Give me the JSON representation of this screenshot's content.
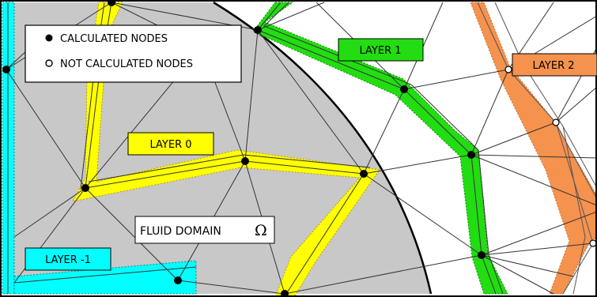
{
  "legend": {
    "calculated": "CALCULATED NODES",
    "not_calculated": "NOT CALCULATED NODES"
  },
  "layers": {
    "layer_0": "LAYER 0",
    "layer_1": "LAYER 1",
    "layer_2": "LAYER 2",
    "layer_minus_1": "LAYER -1"
  },
  "domain_label": {
    "text": "FLUID DOMAIN",
    "symbol": "Ω"
  },
  "colors": {
    "domain_fill": "#c8c8c8",
    "layer_0": "#ffff00",
    "layer_1": "#22dd11",
    "layer_2": "#f5924e",
    "layer_minus_1": "#00ffff",
    "calculated_node": "#000000",
    "not_calculated_node": "#ffffff"
  }
}
